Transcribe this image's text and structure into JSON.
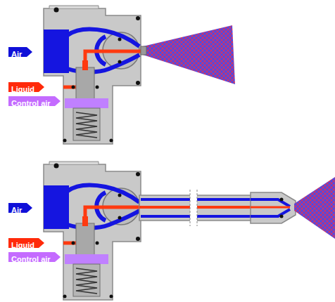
{
  "diagram": {
    "nodes": [
      {
        "text": [
          "Air"
        ]
      },
      {
        "text": [
          "Liquid"
        ]
      },
      {
        "text": [
          "Control air"
        ]
      },
      {
        "text": [
          "Air"
        ]
      },
      {
        "text": [
          "Liquid"
        ]
      },
      {
        "text": [
          "Control air"
        ]
      }
    ]
  }
}
